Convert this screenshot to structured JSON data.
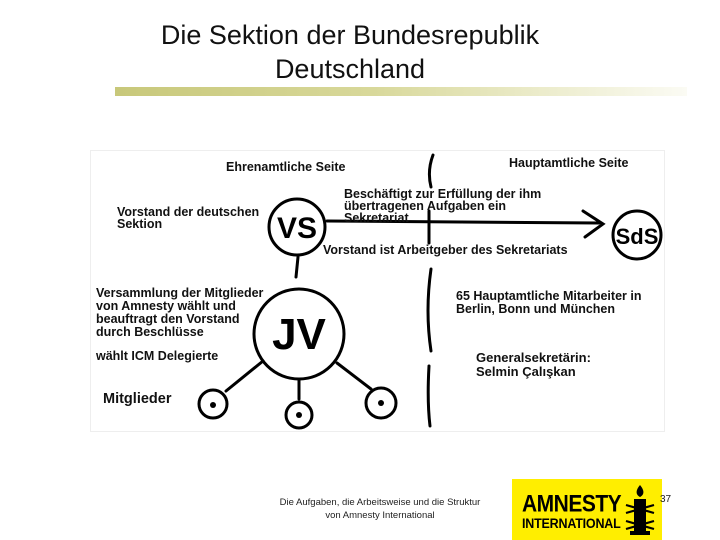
{
  "slide": {
    "title_line1": "Die Sektion der Bundesrepublik",
    "title_line2": "Deutschland",
    "footer_line1": "Die Aufgaben, die Arbeitsweise und die Struktur",
    "footer_line2": "von Amnesty International",
    "page_number": "37"
  },
  "logo": {
    "line1": "AMNESTY",
    "line2": "INTERNATIONAL",
    "background": "#ffee00"
  },
  "diagram": {
    "honorary_side": "Ehrenamtliche Seite",
    "fulltime_side": "Hauptamtliche Seite",
    "board_line1": "Vorstand der deutschen",
    "board_line2": "Sektion",
    "vs_node": "VS",
    "sds_node": "SdS",
    "jv_node": "JV",
    "employ_line1": "Beschäftigt zur Erfüllung der ihm",
    "employ_line2": "übertragenen Aufgaben ein",
    "employ_line3": "Sekretariat",
    "employer": "Vorstand ist Arbeitgeber des Sekretariats",
    "assembly_line1": "Versammlung der Mitglieder",
    "assembly_line2": "von Amnesty wählt und",
    "assembly_line3": "beauftragt den Vorstand",
    "assembly_line4": "durch Beschlüsse",
    "icm": "wählt ICM Delegierte",
    "members": "Mitglieder",
    "staff_line1": "65 Hauptamtliche Mitarbeiter in",
    "staff_line2": "Berlin, Bonn und München",
    "secgen_line1": "Generalsekretärin:",
    "secgen_line2": "Selmin Çalışkan"
  }
}
